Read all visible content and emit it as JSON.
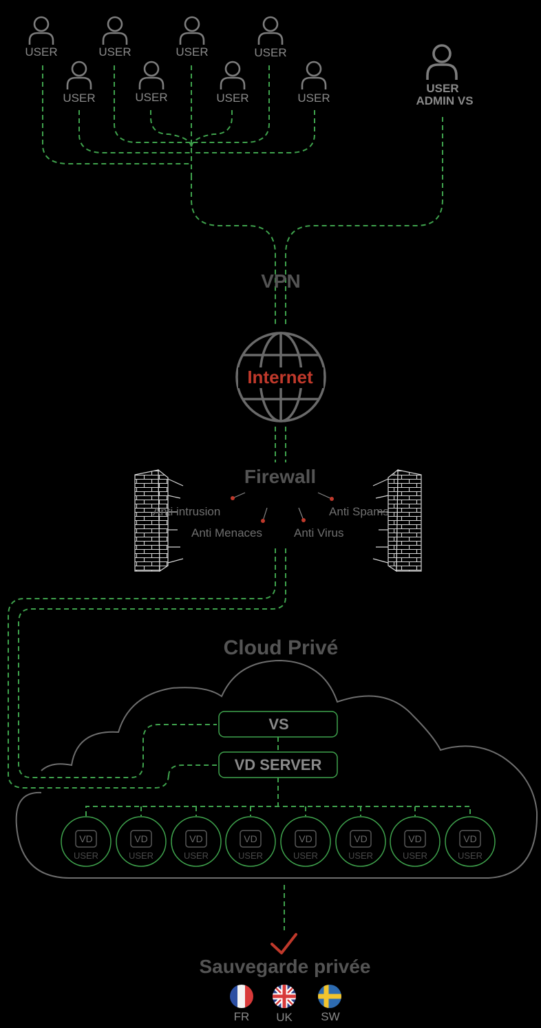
{
  "users": [
    {
      "label": "USER"
    },
    {
      "label": "USER"
    },
    {
      "label": "USER"
    },
    {
      "label": "USER"
    },
    {
      "label": "USER"
    },
    {
      "label": "USER"
    },
    {
      "label": "USER"
    },
    {
      "label": "USER"
    }
  ],
  "admin": {
    "line1": "USER",
    "line2": "ADMIN VS"
  },
  "vpn": {
    "label": "VPN"
  },
  "internet": {
    "label": "Internet",
    "color": "#c0392b"
  },
  "firewall": {
    "title": "Firewall",
    "features": [
      "Anti intrusion",
      "Anti Menaces",
      "Anti Virus",
      "Anti Spams"
    ]
  },
  "cloud": {
    "title": "Cloud Privé",
    "vs_label": "VS",
    "server_label": "VD SERVER",
    "vd_nodes": [
      {
        "top": "VD",
        "bottom": "USER"
      },
      {
        "top": "VD",
        "bottom": "USER"
      },
      {
        "top": "VD",
        "bottom": "USER"
      },
      {
        "top": "VD",
        "bottom": "USER"
      },
      {
        "top": "VD",
        "bottom": "USER"
      },
      {
        "top": "VD",
        "bottom": "USER"
      },
      {
        "top": "VD",
        "bottom": "USER"
      },
      {
        "top": "VD",
        "bottom": "USER"
      }
    ]
  },
  "backup": {
    "title": "Sauvegarde privée",
    "check_color": "#c0392b",
    "locations": [
      {
        "code": "FR",
        "flag": "france-flag"
      },
      {
        "code": "UK",
        "flag": "uk-flag"
      },
      {
        "code": "SW",
        "flag": "sweden-flag"
      }
    ]
  },
  "colors": {
    "link": "#3fa34d",
    "text": "#8a8a8a",
    "title": "#545454",
    "accent": "#c0392b"
  }
}
